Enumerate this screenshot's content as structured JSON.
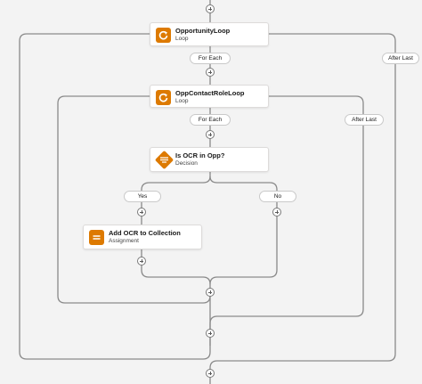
{
  "nodes": {
    "opportunity_loop": {
      "title": "OpportunityLoop",
      "type": "Loop",
      "icon": "loop-icon"
    },
    "opp_contact_role_loop": {
      "title": "OppContactRoleLoop",
      "type": "Loop",
      "icon": "loop-icon"
    },
    "decision": {
      "title": "Is OCR in Opp?",
      "type": "Decision",
      "icon": "decision-icon"
    },
    "assignment": {
      "title": "Add OCR to Collection",
      "type": "Assignment",
      "icon": "assignment-icon"
    }
  },
  "connectors": {
    "for_each_1": "For Each",
    "after_last_1": "After Last",
    "for_each_2": "For Each",
    "after_last_2": "After Last",
    "yes": "Yes",
    "no": "No"
  },
  "colors": {
    "background": "#f3f3f3",
    "line": "#8a8a8a",
    "node_icon": "#dd7a01"
  }
}
